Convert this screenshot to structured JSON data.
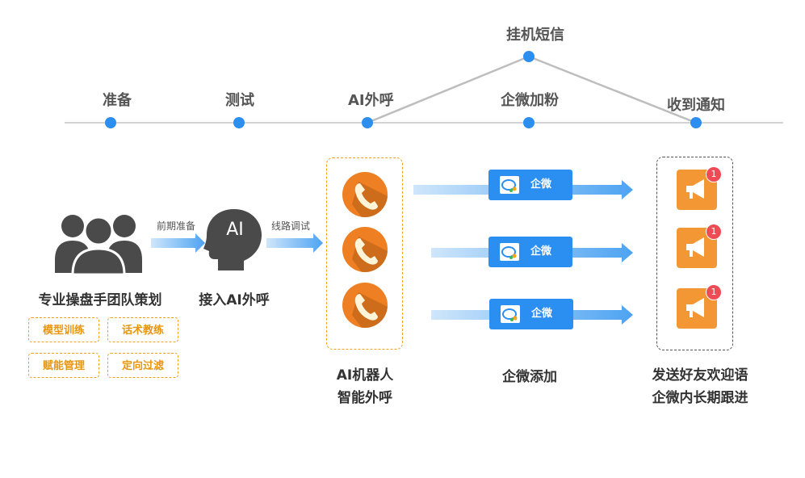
{
  "timeline": {
    "stages": [
      "准备",
      "测试",
      "AI外呼",
      "企微加粉",
      "收到通知"
    ],
    "branch": "挂机短信"
  },
  "team": {
    "caption": "专业操盘手团队策划",
    "tags": [
      "模型训练",
      "话术教练",
      "赋能管理",
      "定向过滤"
    ]
  },
  "arrows": {
    "prepare": "前期准备",
    "debug": "线路调试"
  },
  "ai_head": {
    "text": "AI",
    "caption": "接入AI外呼"
  },
  "robot": {
    "caption_line1": "AI机器人",
    "caption_line2": "智能外呼"
  },
  "wecom": {
    "button_label": "企微",
    "caption": "企微添加"
  },
  "notify": {
    "badge": "1",
    "caption_line1": "发送好友欢迎语",
    "caption_line2": "企微内长期跟进"
  },
  "colors": {
    "accent_blue": "#2c8ff0",
    "orange": "#ee7f22",
    "tag_orange": "#f0a21f",
    "badge_red": "#ef4b55",
    "icon_gray": "#4a4a4a"
  }
}
